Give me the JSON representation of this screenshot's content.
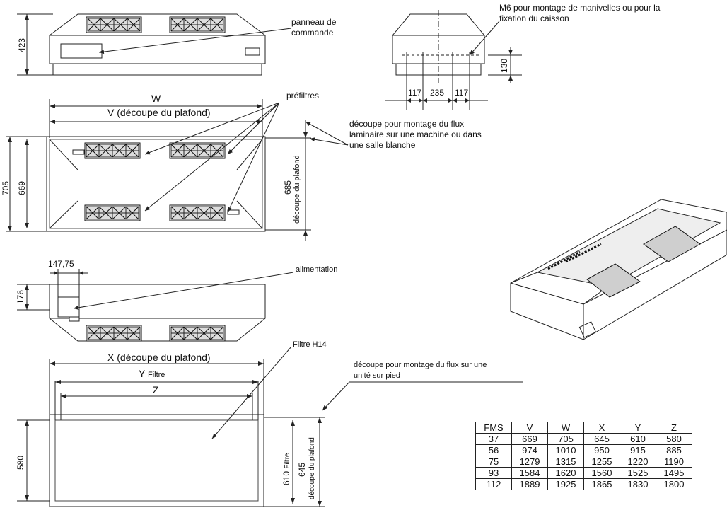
{
  "callouts": {
    "control_panel": [
      "panneau de",
      "commande"
    ],
    "m6": [
      "M6 pour montage de manivelles ou pour la",
      "fixation du caisson"
    ],
    "prefilters": "préfiltres",
    "cutout_machine": [
      "découpe pour montage du flux",
      "laminaire sur une machine ou dans",
      "une salle blanche"
    ],
    "power_supply": "alimentation",
    "filter_h14": "Filtre H14",
    "cutout_stand": [
      "découpe pour montage du flux sur une",
      "unité sur pied"
    ]
  },
  "dimensions": {
    "h423": "423",
    "w": "W",
    "v": "V (découpe du plafond)",
    "d705": "705",
    "d669": "669",
    "d685": "685",
    "d685_sub": "découpe du plafond",
    "d117a": "117",
    "d235": "235",
    "d117b": "117",
    "d130": "130",
    "d14775": "147,75",
    "d176": "176",
    "x": "X (découpe du plafond)",
    "y": "Y",
    "y_sub": "Filtre",
    "z": "Z",
    "d580": "580",
    "d610": "610",
    "d610_sub": "Filtre",
    "d645": "645",
    "d645_sub": "découpe du plafond"
  },
  "table": {
    "headers": [
      "FMS",
      "V",
      "W",
      "X",
      "Y",
      "Z"
    ],
    "rows": [
      [
        "37",
        "669",
        "705",
        "645",
        "610",
        "580"
      ],
      [
        "56",
        "974",
        "1010",
        "950",
        "915",
        "885"
      ],
      [
        "75",
        "1279",
        "1315",
        "1255",
        "1220",
        "1190"
      ],
      [
        "93",
        "1584",
        "1620",
        "1560",
        "1525",
        "1495"
      ],
      [
        "112",
        "1889",
        "1925",
        "1865",
        "1830",
        "1800"
      ]
    ]
  }
}
